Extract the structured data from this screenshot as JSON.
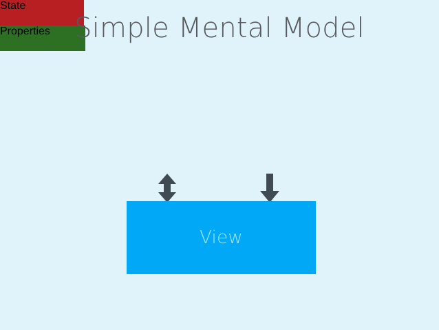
{
  "slide": {
    "title": "Simple Mental Model",
    "background_color": "#e0f3fb",
    "title_color": "#565a5e"
  },
  "diagram": {
    "type": "flow",
    "nodes": [
      {
        "id": "state",
        "label": "State",
        "shape": "rounded-rect",
        "fill_color": "#b81f22",
        "text_color": "#f4f2ef"
      },
      {
        "id": "properties",
        "label": "Properties",
        "shape": "rounded-rect",
        "fill_color": "#2d7024",
        "text_color": "#f4f2ef"
      },
      {
        "id": "view",
        "label": "View",
        "shape": "rect",
        "fill_color": "#00a8f5",
        "text_color": "#9fe6ff"
      }
    ],
    "connectors": [
      {
        "id": "state-view",
        "from": "state",
        "to": "view",
        "direction": "bidirectional",
        "color": "#3f4a52"
      },
      {
        "id": "properties-view",
        "from": "properties",
        "to": "view",
        "direction": "down",
        "color": "#3f4a52"
      }
    ]
  }
}
